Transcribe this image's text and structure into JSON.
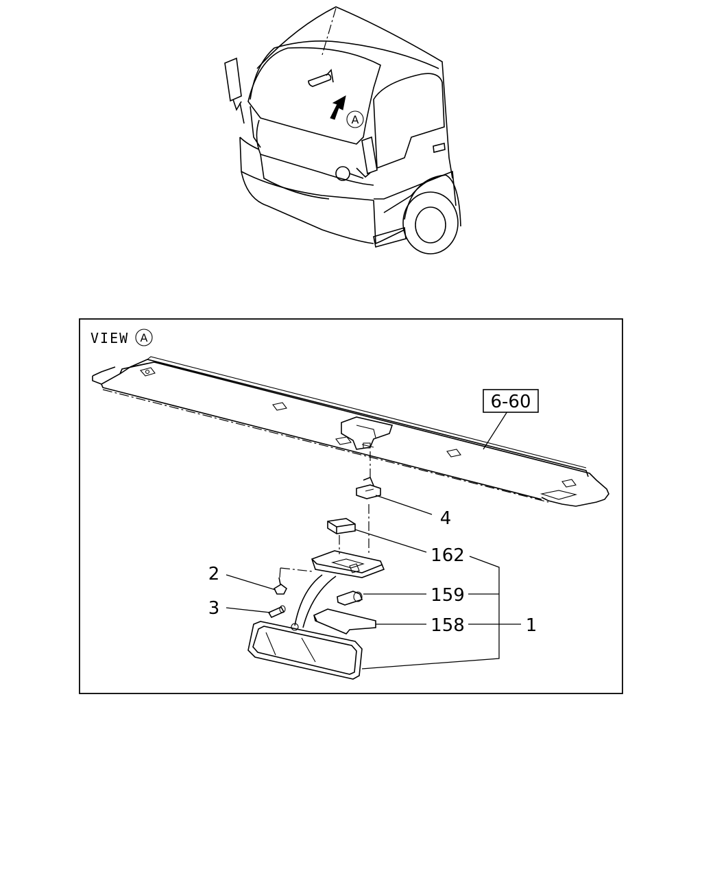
{
  "view": {
    "word": "VIEW",
    "letter": "A"
  },
  "callout_letter": "A",
  "labels": {
    "ref": "6-60",
    "p4": "4",
    "p162": "162",
    "p2": "2",
    "p159": "159",
    "p3": "3",
    "p158": "158",
    "p1": "1"
  }
}
